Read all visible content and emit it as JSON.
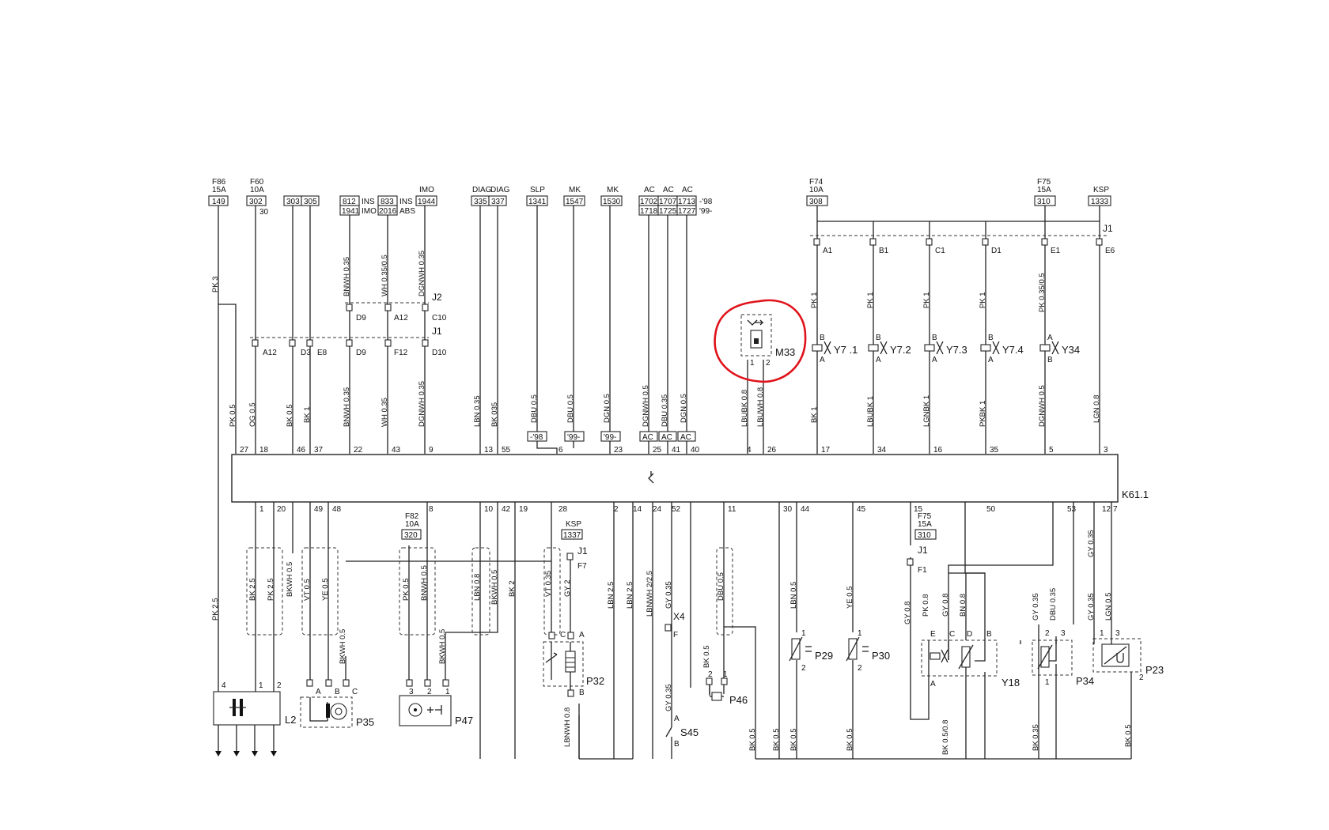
{
  "diagram": {
    "top_fuses": [
      {
        "name": "F86",
        "rating": "15A",
        "num": "149"
      },
      {
        "name": "F60",
        "rating": "10A",
        "num": "302",
        "note": "30"
      },
      {
        "name": "F74",
        "rating": "10A",
        "num": "308"
      },
      {
        "name": "F75",
        "rating": "15A",
        "num": "310"
      }
    ],
    "top_boxes": [
      {
        "num": "303"
      },
      {
        "num": "305"
      },
      {
        "num": "812",
        "tag": "INS"
      },
      {
        "num": "1941",
        "tag": "IMO"
      },
      {
        "num": "833",
        "tag": "INS"
      },
      {
        "num": "2016",
        "tag": "ABS"
      },
      {
        "num": "1944",
        "head": "IMO"
      },
      {
        "num": "335",
        "head": "DIAG"
      },
      {
        "num": "337",
        "head": "DIAG"
      },
      {
        "num": "1341",
        "head": "SLP"
      },
      {
        "num": "1547",
        "head": "MK"
      },
      {
        "num": "1530",
        "head": "MK"
      },
      {
        "num": "1702",
        "head": "AC"
      },
      {
        "num": "1707",
        "head": "AC"
      },
      {
        "num": "1713",
        "head": "AC"
      },
      {
        "num": "1718"
      },
      {
        "num": "1725"
      },
      {
        "num": "1727"
      },
      {
        "num": "1333",
        "head": "KSP"
      }
    ],
    "year_tags": {
      "upto98": "-'98",
      "from99": "'99-"
    },
    "connectors": {
      "j1": "J1",
      "j2": "J2",
      "x4": "X4"
    },
    "connector_pins_top": [
      "A12",
      "D3",
      "E8",
      "D9",
      "F12",
      "D10",
      "D9",
      "A12",
      "C10"
    ],
    "connector_pins_right": [
      "A1",
      "B1",
      "C1",
      "D1",
      "E1",
      "E6"
    ],
    "ecu_label": "K61.1",
    "ecu_pins_top": [
      "27",
      "18",
      "46",
      "37",
      "22",
      "43",
      "9",
      "13",
      "55",
      "6",
      "23",
      "25",
      "41",
      "40",
      "4",
      "26",
      "17",
      "34",
      "16",
      "35",
      "5",
      "3"
    ],
    "ecu_pins_bottom": [
      "1",
      "20",
      "49",
      "48",
      "8",
      "10",
      "42",
      "19",
      "28",
      "2",
      "14",
      "24",
      "52",
      "11",
      "30",
      "44",
      "45",
      "15",
      "50",
      "53",
      "12",
      "7"
    ],
    "wire_colors_top": [
      "PK 3",
      "PK 0.5",
      "OG 0.5",
      "BK 0.5",
      "BK 1",
      "BNWH 0.35",
      "BNWH 0.35",
      "WH 0.35/0.5",
      "WH 0.35",
      "DGNWH 0.35",
      "DGNWH 0.35",
      "LBN 0.35",
      "BK 035",
      "DBU 0.5",
      "DBU 0.5",
      "DGN 0.5",
      "DGNWH 0.5",
      "DBU 0.35",
      "DGN 0.5",
      "LBUBK 0.8",
      "LBUWH 0.8",
      "PK 1",
      "PK 1",
      "PK 1",
      "PK 1",
      "PK 0.35/0.5",
      "BK 1",
      "LBUBK 1",
      "LGNBK 1",
      "PKBK 1",
      "DGNWH 0.5",
      "LGN 0.8"
    ],
    "wire_colors_bottom": [
      "PK 2.5",
      "BK 2.5",
      "PK 2.5",
      "BKWH 0.5",
      "VT 0.5",
      "YE 0.5",
      "BKWH 0.5",
      "PK 0.5",
      "BNWH 0.5",
      "BKWH 0.5",
      "LBN 0.8",
      "BKWH 0.5",
      "BK 2",
      "VT 0.35",
      "GY 2",
      "LBN 2.5",
      "LBN 2.5",
      "LBNWH 2/2.5",
      "GY 0.35",
      "GY 0.35",
      "LBNWH 0.8",
      "DBU 0.5",
      "BK 0.5",
      "BK 0.5",
      "BK 0.5",
      "LBN 0.5",
      "BK 0.5",
      "YE 0.5",
      "BK 0.5",
      "GY 0.8",
      "PK 0.8",
      "GY 0.8",
      "BN 0.8",
      "BK 0.5/0.8",
      "GY 0.35",
      "DBU 0.35",
      "BK 0.35",
      "GY 0.35",
      "GY 0.35",
      "LGN 0.5",
      "BK 0.5"
    ],
    "components": {
      "m33": "M33",
      "y71": "Y7 .1",
      "y72": "Y7.2",
      "y73": "Y7.3",
      "y74": "Y7.4",
      "y34": "Y34",
      "l2": "L2",
      "p35": "P35",
      "p47": "P47",
      "p32": "P32",
      "p46": "P46",
      "p29": "P29",
      "p30": "P30",
      "y18": "Y18",
      "p34": "P34",
      "p23": "P23",
      "s45": "S45"
    },
    "fuse_f82": {
      "name": "F82",
      "rating": "10A",
      "num": "320"
    },
    "ksp_mid": {
      "head": "KSP",
      "num": "1337"
    },
    "pin_letters": {
      "a": "A",
      "b": "B",
      "c": "C",
      "d": "D",
      "e": "E",
      "f": "F",
      "f1": "F1",
      "f7": "F7"
    },
    "pin_nums": {
      "p1": "1",
      "p2": "2",
      "p3": "3",
      "p4": "4"
    },
    "ac_tag": "AC",
    "highlight_color": "#e0121a"
  }
}
